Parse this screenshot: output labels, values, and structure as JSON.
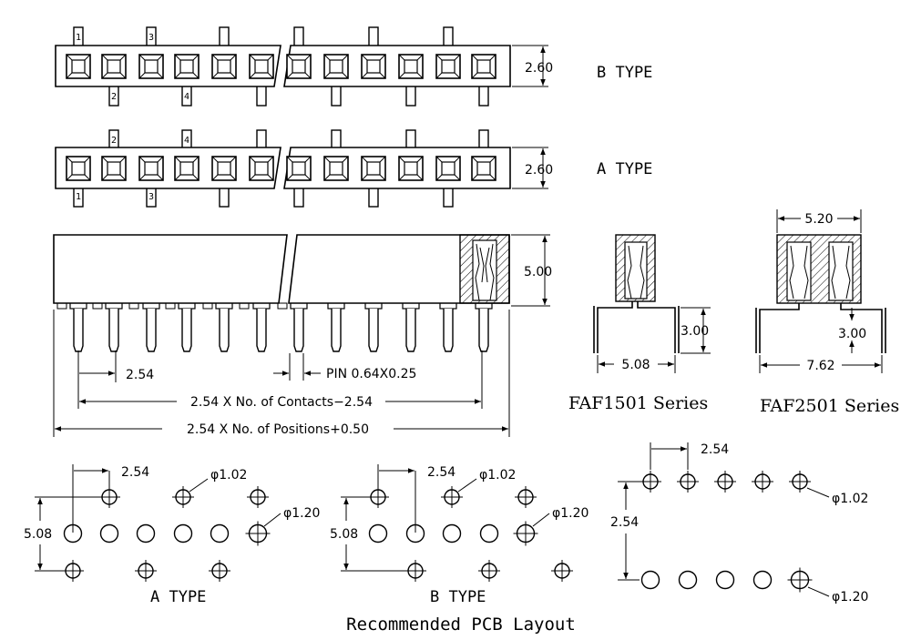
{
  "top_views": {
    "b_type": {
      "label": "B TYPE",
      "height_dim": "2.60",
      "top_pin_numbers": [
        "1",
        "3"
      ],
      "bottom_pin_numbers": [
        "2",
        "4"
      ]
    },
    "a_type": {
      "label": "A TYPE",
      "height_dim": "2.60",
      "top_pin_numbers": [
        "2",
        "4"
      ],
      "bottom_pin_numbers": [
        "1",
        "3"
      ]
    }
  },
  "side_view": {
    "height_dim": "5.00",
    "pitch_dim": "2.54",
    "pin_spec": "PIN  0.64X0.25",
    "contacts_formula": "2.54 X No. of Contacts−2.54",
    "positions_formula": "2.54 X No. of Positions+0.50"
  },
  "series": {
    "faf1501": {
      "label": "FAF1501 Series",
      "width_dim": "5.08",
      "leg_dim": "3.00"
    },
    "faf2501": {
      "label": "FAF2501 Series",
      "top_dim": "5.20",
      "width_dim": "7.62",
      "leg_dim": "3.00"
    }
  },
  "pcb": {
    "title": "Recommended PCB Layout",
    "a_type": {
      "label": "A TYPE",
      "pitch_dim": "2.54",
      "row_dim": "5.08",
      "small_hole": "φ1.02",
      "large_hole": "φ1.20"
    },
    "b_type": {
      "label": "B TYPE",
      "pitch_dim": "2.54",
      "row_dim": "5.08",
      "small_hole": "φ1.02",
      "large_hole": "φ1.20"
    },
    "right_angle": {
      "pitch_dim": "2.54",
      "row_dim": "2.54",
      "small_hole": "φ1.02",
      "large_hole": "φ1.20"
    }
  }
}
